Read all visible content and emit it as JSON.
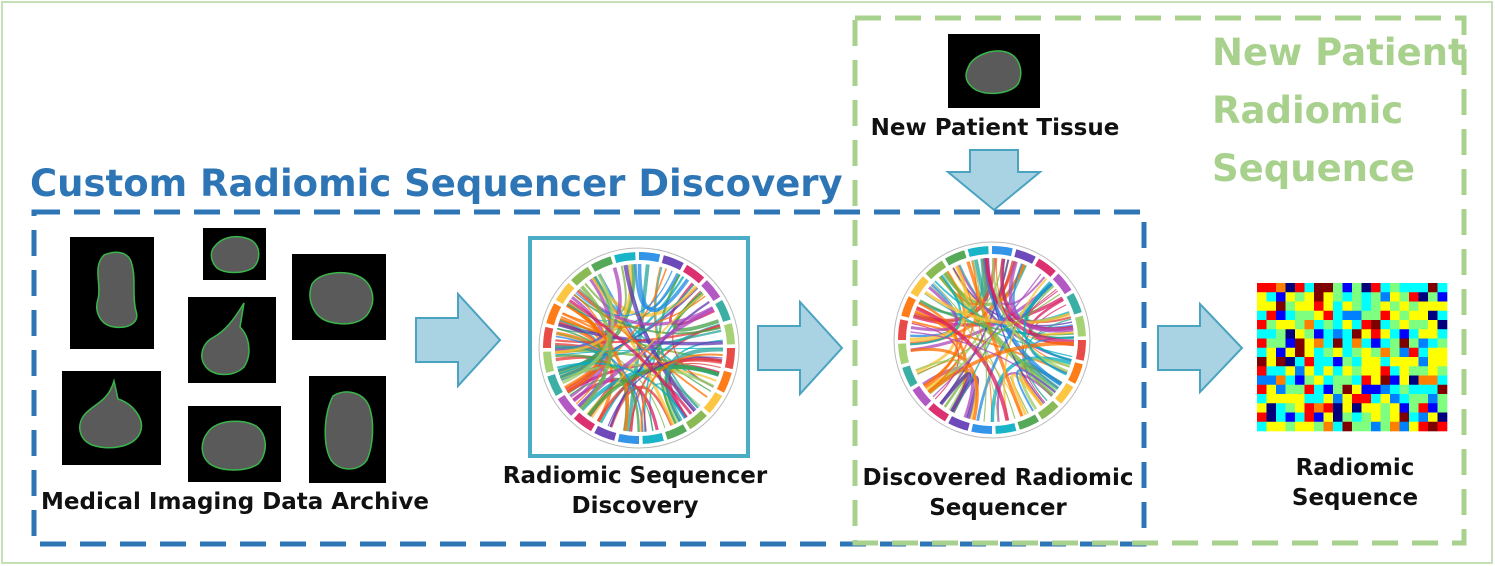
{
  "section_discovery": {
    "title": "Custom Radiomic Sequencer Discovery",
    "color": "#2e75b6"
  },
  "section_new_patient": {
    "title_lines": [
      "New Patient",
      "Radiomic",
      "Sequence"
    ],
    "color": "#a9d18e"
  },
  "labels": {
    "archive": "Medical Imaging Data Archive",
    "discovery": [
      "Radiomic Sequencer",
      "Discovery"
    ],
    "discovered": [
      "Discovered Radiomic",
      "Sequencer"
    ],
    "new_patient_tissue": "New Patient Tissue",
    "sequence": [
      "Radiomic",
      "Sequence"
    ]
  },
  "colors": {
    "arrow_fill": "#a9d3e2",
    "arrow_stroke": "#4aa3c1",
    "frame_box": "#4bacc6",
    "tumor_outline": "#39b54a",
    "chord_palette": [
      "#e53935",
      "#ff6f00",
      "#fbc02d",
      "#7cb342",
      "#43a047",
      "#00acc1",
      "#1e88e5",
      "#5e35b1",
      "#d81b60",
      "#ab47bc",
      "#26a69a",
      "#9ccc65"
    ],
    "heatmap_palette": [
      "#00007f",
      "#0000ff",
      "#007fff",
      "#00ffff",
      "#7fff7f",
      "#ffff00",
      "#ff7f00",
      "#ff0000",
      "#7f0000"
    ]
  }
}
